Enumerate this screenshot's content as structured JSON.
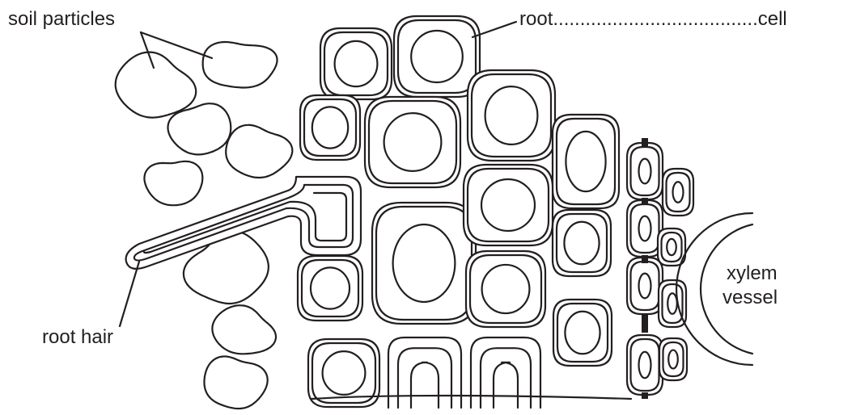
{
  "labels": {
    "soil_particles": "soil particles",
    "root_cell": "root......................................cell",
    "root_hair": "root hair",
    "xylem_line1": "xylem",
    "xylem_line2": "vessel"
  },
  "colors": {
    "ink": "#231f20",
    "background": "#ffffff"
  }
}
